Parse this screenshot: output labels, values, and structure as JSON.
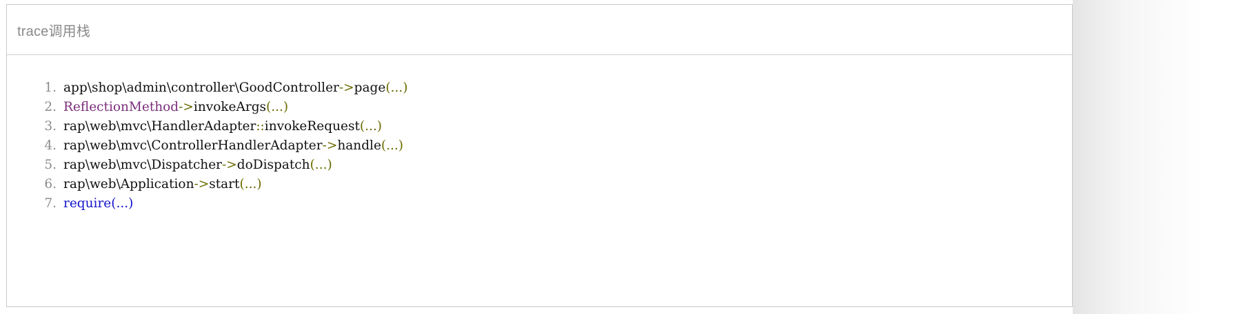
{
  "panel": {
    "title": "trace调用栈"
  },
  "trace": {
    "frames": [
      {
        "index": "1.",
        "tokens": [
          {
            "text": "app\\shop\\admin\\controller\\GoodController",
            "kind": "plain"
          },
          {
            "text": "->",
            "kind": "op"
          },
          {
            "text": "page",
            "kind": "plain"
          },
          {
            "text": "(...)",
            "kind": "op"
          }
        ]
      },
      {
        "index": "2.",
        "tokens": [
          {
            "text": "ReflectionMethod",
            "kind": "class"
          },
          {
            "text": "->",
            "kind": "op"
          },
          {
            "text": "invokeArgs",
            "kind": "plain"
          },
          {
            "text": "(...)",
            "kind": "op"
          }
        ]
      },
      {
        "index": "3.",
        "tokens": [
          {
            "text": "rap\\web\\mvc\\HandlerAdapter",
            "kind": "plain"
          },
          {
            "text": "::",
            "kind": "op"
          },
          {
            "text": "invokeRequest",
            "kind": "plain"
          },
          {
            "text": "(...)",
            "kind": "op"
          }
        ]
      },
      {
        "index": "4.",
        "tokens": [
          {
            "text": "rap\\web\\mvc\\ControllerHandlerAdapter",
            "kind": "plain"
          },
          {
            "text": "->",
            "kind": "op"
          },
          {
            "text": "handle",
            "kind": "plain"
          },
          {
            "text": "(...)",
            "kind": "op"
          }
        ]
      },
      {
        "index": "5.",
        "tokens": [
          {
            "text": "rap\\web\\mvc\\Dispatcher",
            "kind": "plain"
          },
          {
            "text": "->",
            "kind": "op"
          },
          {
            "text": "doDispatch",
            "kind": "plain"
          },
          {
            "text": "(...)",
            "kind": "op"
          }
        ]
      },
      {
        "index": "6.",
        "tokens": [
          {
            "text": "rap\\web\\Application",
            "kind": "plain"
          },
          {
            "text": "->",
            "kind": "op"
          },
          {
            "text": "start",
            "kind": "plain"
          },
          {
            "text": "(...)",
            "kind": "op"
          }
        ]
      },
      {
        "index": "7.",
        "tokens": [
          {
            "text": "require",
            "kind": "kw"
          },
          {
            "text": "(...)",
            "kind": "kw"
          }
        ]
      }
    ]
  },
  "colors": {
    "title": "#8a8a8a",
    "line_number": "#8c8c8c",
    "plain": "#111111",
    "operator": "#6b6b00",
    "class": "#7b2d7b",
    "keyword": "#1414cc",
    "panel_border": "#c8c8c8",
    "header_divider": "#cfcfcf",
    "background": "#ffffff"
  }
}
